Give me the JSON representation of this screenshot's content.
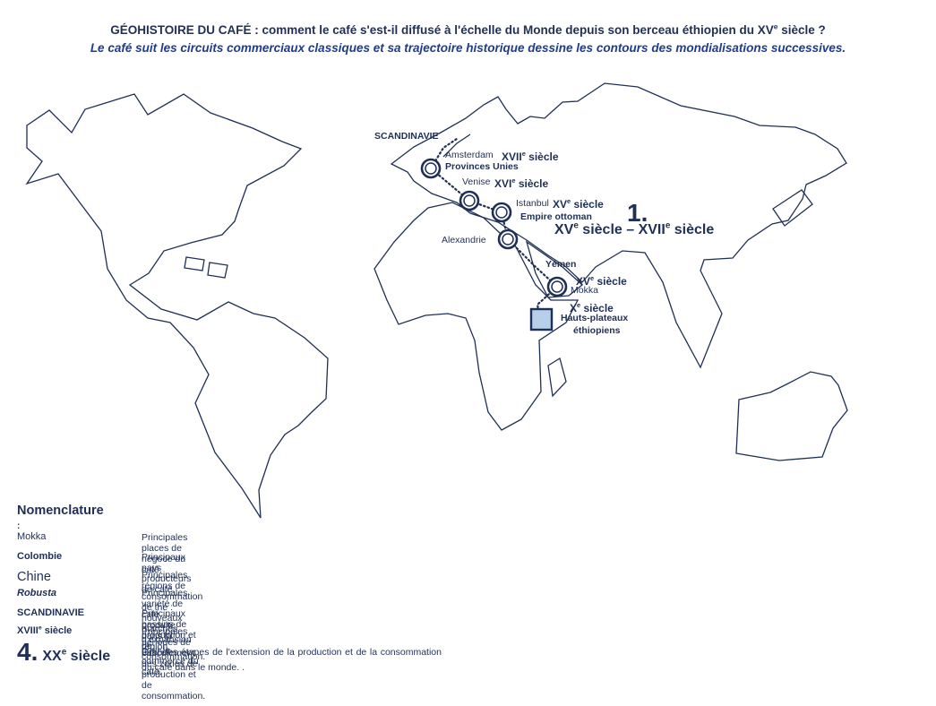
{
  "header": {
    "title": "GÉOHISTOIRE DU CAFÉ : comment le café s'est-il diffusé à l'échelle du Monde depuis son berceau éthiopien du XV",
    "title_sup": "e",
    "title_end": " siècle ?",
    "subtitle": "Le café suit les circuits commerciaux classiques et sa trajectoire historique dessine les contours des mondialisations successives."
  },
  "map": {
    "colors": {
      "outline": "#1f2f55",
      "origin_fill": "#b7cfe8",
      "route": "#1f2f55"
    },
    "labels": {
      "scandinavie": "SCANDINAVIE",
      "amsterdam": "Amsterdam",
      "amsterdam_century": {
        "roman": "XVII",
        "sup": "e",
        "rest": " siècle"
      },
      "provinces_unies": "Provinces Unies",
      "venise": "Venise",
      "venise_century": {
        "roman": "XVI",
        "sup": "e",
        "rest": " siècle"
      },
      "istanbul": "Istanbul",
      "istanbul_century": {
        "roman": "XV",
        "sup": "e",
        "rest": " siècle"
      },
      "empire_ottoman": "Empire ottoman",
      "alexandrie": "Alexandrie",
      "yemen": "Yémen",
      "mokka": "Mokka",
      "mokka_century": {
        "roman": "XV",
        "sup": "e",
        "rest": " siècle"
      },
      "ethiopie_century": {
        "roman": "X",
        "sup": "e",
        "rest": " siècle"
      },
      "hauts_plateaux_1": "Hauts-plateaux",
      "hauts_plateaux_2": "éthiopiens",
      "stage_number": "1.",
      "stage_period": {
        "a": "XV",
        "a_sup": "e",
        "b": " siècle – XVII",
        "b_sup": "e",
        "c": " siècle"
      }
    },
    "icons": {
      "place": "ring-marker-icon",
      "origin": "square-marker-icon"
    }
  },
  "legend": {
    "title": "Nomenclature",
    "title_colon": " :",
    "rows": [
      {
        "key": "Mokka",
        "desc": "Principales places de négoce du café."
      },
      {
        "key": "Colombie",
        "desc": "Principaux pays producteurs de café."
      },
      {
        "key": "Chine",
        "desc": "Principales régions de consommation de thé : nouveaux marchés d'expansion pour le commerce du café."
      },
      {
        "key": "Robusta",
        "desc": "Principales variété de café produite dans la région."
      },
      {
        "key": "SCANDINAVIE",
        "desc": "Principaux bassins de production et de consommation."
      },
      {
        "key": "XVIII",
        "key_sup": "e",
        "key_rest": " siècle",
        "desc": "Principales périodes de basculement des zones de production et de consommation."
      },
      {
        "key": "4.",
        "key_period": "XX",
        "key_period_sup": "e",
        "key_period_rest": " siècle",
        "desc": "Grandes étapes de l'extension de la production et de la consommation du café dans le monde. ."
      }
    ]
  }
}
